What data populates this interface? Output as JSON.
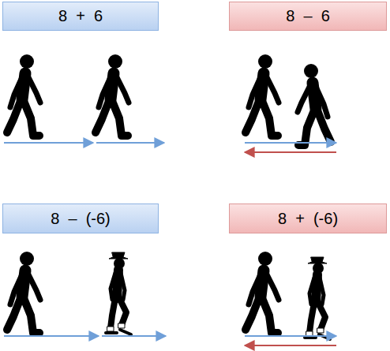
{
  "diagram": {
    "nodes": [
      {
        "text": [
          "8  +  6"
        ]
      },
      {
        "text": [
          "8  –  6"
        ]
      },
      {
        "text": [
          "8  –  (-6)"
        ]
      },
      {
        "text": [
          "8  +  (-6)"
        ]
      }
    ]
  }
}
